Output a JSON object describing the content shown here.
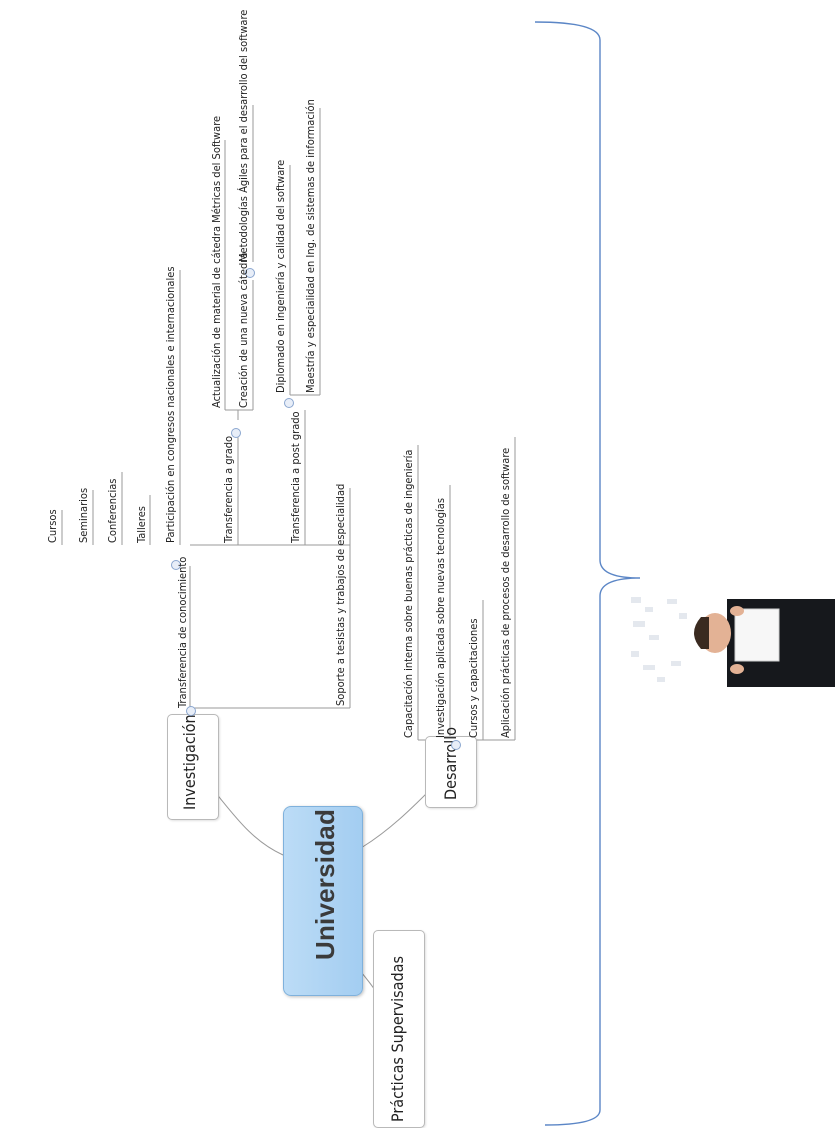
{
  "mindmap": {
    "center": "Universidad",
    "branches": {
      "investigacion": "Investigación",
      "desarrollo": "Desarrollo",
      "practicas": "Prácticas Supervisadas"
    },
    "investigacion": {
      "transferencia_conocimiento": "Transferencia de conocimiento",
      "cursos": "Cursos",
      "seminarios": "Seminarios",
      "conferencias": "Conferencias",
      "talleres": "Talleres",
      "participacion": "Participación en congresos nacionales e internacionales",
      "transferencia_grado": "Transferencia a grado",
      "actualizacion": "Actualización de material de cátedra Métricas del Software",
      "nueva_catedra": "Creación de una nueva cátedra",
      "metodologias": "Metodologías Ágiles para el desarrollo del software",
      "transferencia_postgrado": "Transferencia a post grado",
      "diplomado": "Diplomado en ingeniería y calidad del software",
      "maestria": "Maestría  y especialidad en Ing. de sistemas de información",
      "soporte": "Soporte a tesistas y trabajos de especialidad"
    },
    "desarrollo": {
      "capacitacion": "Capacitación interna sobre buenas prácticas de ingeniería",
      "investigacion_aplicada": "Investigación aplicada sobre nuevas tecnologías",
      "cursos_capacitaciones": "Cursos y capacitaciones",
      "aplicacion": "Aplicación prácticas de procesos de desarrollo de software"
    }
  },
  "colors": {
    "center_fill": "#a3cdf1",
    "brace": "#5b86c6",
    "connector": "#9a9a9a"
  }
}
